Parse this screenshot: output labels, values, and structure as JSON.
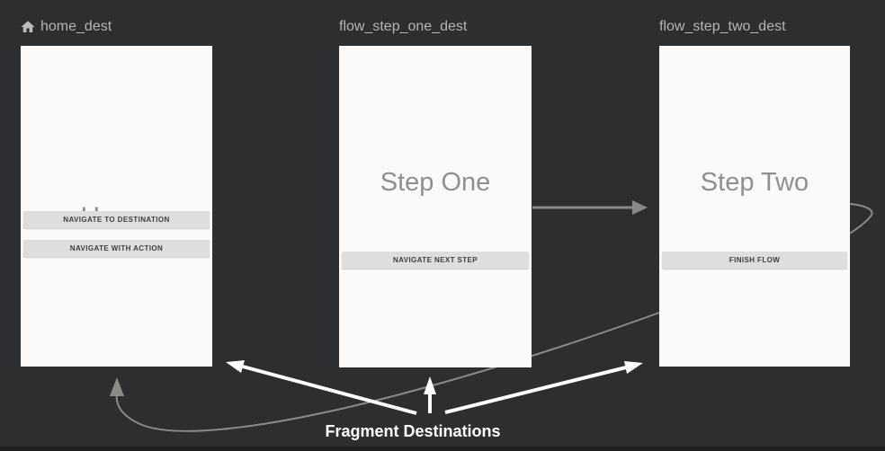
{
  "canvas": {
    "name": "navigation-editor-canvas"
  },
  "colors": {
    "background": "#2c2e30",
    "card_background": "#fafafa",
    "preview_button_background": "#dedede",
    "preview_button_text": "#3e3e3e",
    "destination_label_text": "#b5b5b5",
    "card_title_text": "#8f8f8f",
    "action_arrow": "#8a8a8a",
    "annotation": "#ffffff"
  },
  "destinations": [
    {
      "label": "home_dest",
      "icon": "home-icon",
      "title": "Home",
      "buttons": [
        "NAVIGATE TO DESTINATION",
        "NAVIGATE WITH ACTION"
      ]
    },
    {
      "label": "flow_step_one_dest",
      "title": "Step One",
      "buttons": [
        "NAVIGATE NEXT STEP"
      ]
    },
    {
      "label": "flow_step_two_dest",
      "title": "Step Two",
      "buttons": [
        "FINISH FLOW"
      ]
    }
  ],
  "connections": [
    {
      "name": "action-step-one-to-step-two",
      "type": "action-arrow"
    },
    {
      "name": "action-step-two-pop-to-home",
      "type": "curved-action-arrow"
    }
  ],
  "annotation": {
    "label": "Fragment Destinations"
  }
}
